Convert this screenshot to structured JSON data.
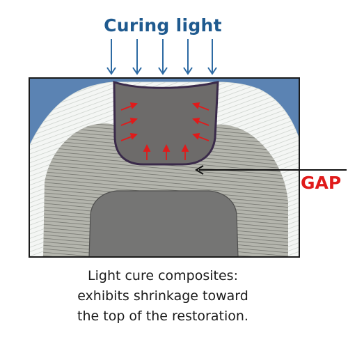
{
  "title": "Curing light",
  "gap_label": "GAP",
  "caption": [
    "Light cure composites:",
    "exhibits shrinkage toward",
    "the top of the restoration."
  ],
  "colors": {
    "title": "#1f5a8f",
    "light_arrows": "#2d6aa3",
    "shrink_arrows": "#e01b1b",
    "gap_label": "#e01b1b",
    "background": "#5b83b3",
    "enamel": "#f4f6f4",
    "dentin": "#b4b5ad",
    "pulp": "#757574",
    "restoration": "#6d6b6a",
    "gap_line": "#3a2a4a",
    "gap_pointer": "#111111"
  },
  "icons": {
    "light_arrows": "down-arrow-icon",
    "shrink_arrows": "red-arrow-icon"
  }
}
